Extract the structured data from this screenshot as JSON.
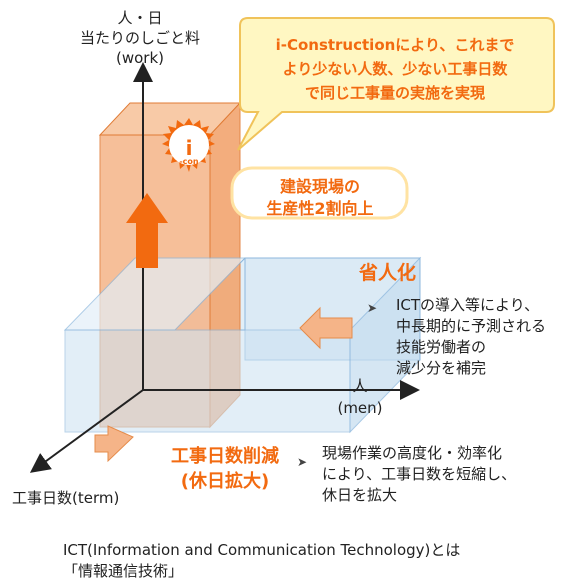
{
  "axes": {
    "vertical_label_line1": "人・日",
    "vertical_label_line2": "当たりのしごと料",
    "vertical_label_line3": "(work)",
    "right_label_line1": "人",
    "right_label_line2": "(men)",
    "left_label": "工事日数(term)"
  },
  "callout": {
    "line1": "i-Constructionにより、これまで",
    "line2": "より少ない人数、少ない工事日数",
    "line3": "で同じ工事量の実施を実現"
  },
  "icon": {
    "big": "i",
    "small": "-con"
  },
  "productivity": {
    "line1": "建設現場の",
    "line2": "生産性2割向上"
  },
  "labor_saving": {
    "title": "省人化",
    "desc_line1": "ICTの導入等により、",
    "desc_line2": "中長期的に予測される",
    "desc_line3": "技能労働者の",
    "desc_line4": "減少分を補完"
  },
  "days_reduction": {
    "title_line1": "工事日数削減",
    "title_line2": "(休日拡大)",
    "desc_line1": "現場作業の高度化・効率化",
    "desc_line2": "により、工事日数を短縮し、",
    "desc_line3": "休日を拡大"
  },
  "footnote": {
    "line1": "ICT(Information and Communication Technology)とは",
    "line2": "「情報通信技術」"
  },
  "colors": {
    "accent": "#f26a10",
    "box_fill": "#cfe3f2",
    "pillar": "#f5b488",
    "callout_bg": "#fff7c2"
  },
  "bullet": "➤"
}
